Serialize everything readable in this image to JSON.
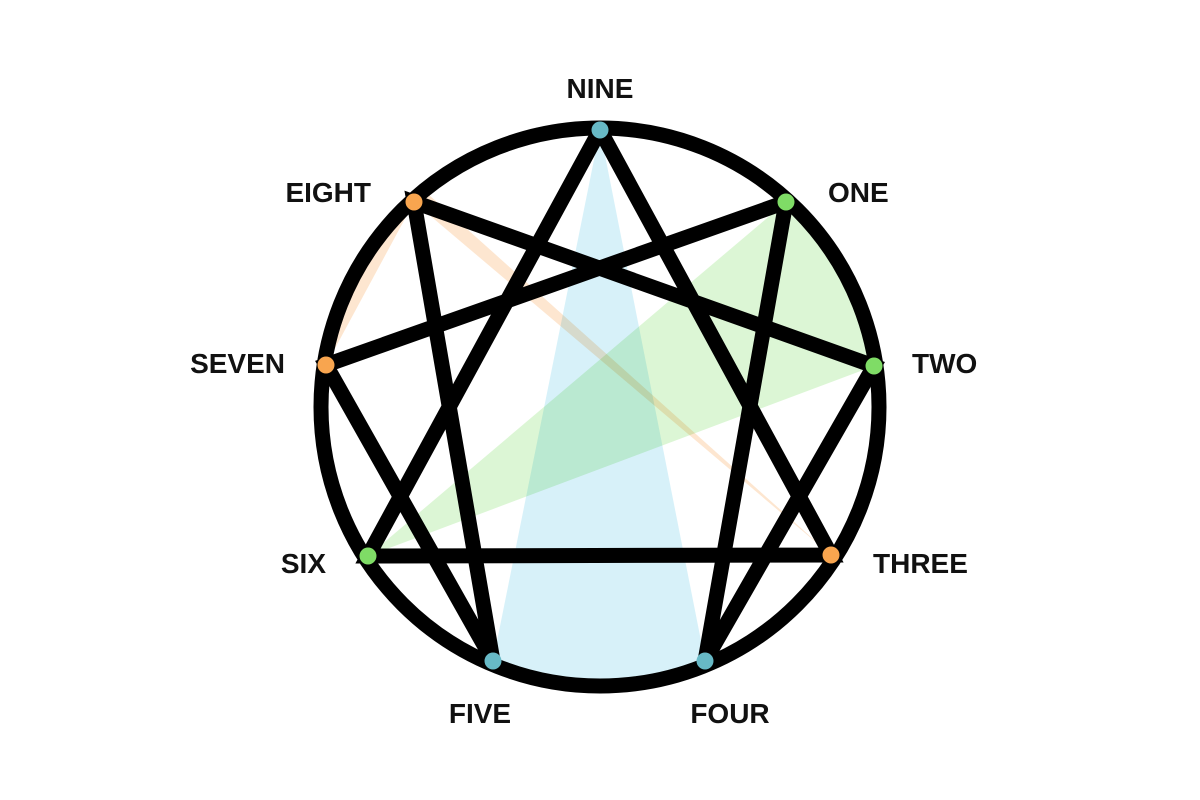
{
  "points": [
    {
      "id": "nine",
      "label": "NINE",
      "color": "#67b9c6"
    },
    {
      "id": "one",
      "label": "ONE",
      "color": "#7fdc66"
    },
    {
      "id": "two",
      "label": "TWO",
      "color": "#7fdc66"
    },
    {
      "id": "three",
      "label": "THREE",
      "color": "#f8a54f"
    },
    {
      "id": "four",
      "label": "FOUR",
      "color": "#67b9c6"
    },
    {
      "id": "five",
      "label": "FIVE",
      "color": "#67b9c6"
    },
    {
      "id": "six",
      "label": "SIX",
      "color": "#7fdc66"
    },
    {
      "id": "seven",
      "label": "SEVEN",
      "color": "#f8a54f"
    },
    {
      "id": "eight",
      "label": "EIGHT",
      "color": "#f8a54f"
    }
  ],
  "triads": [
    {
      "name": "blue",
      "points": [
        "nine",
        "five",
        "four"
      ],
      "color": "#cdeef8"
    },
    {
      "name": "orange",
      "points": [
        "eight",
        "seven",
        "three"
      ],
      "color": "#fde0c4"
    },
    {
      "name": "green",
      "points": [
        "one",
        "two",
        "six"
      ],
      "color": "#d3f4cb"
    }
  ],
  "lines": {
    "triangle": [
      "nine",
      "three",
      "six",
      "nine"
    ],
    "hexad": [
      "one",
      "four",
      "two",
      "eight",
      "five",
      "seven",
      "one"
    ]
  }
}
